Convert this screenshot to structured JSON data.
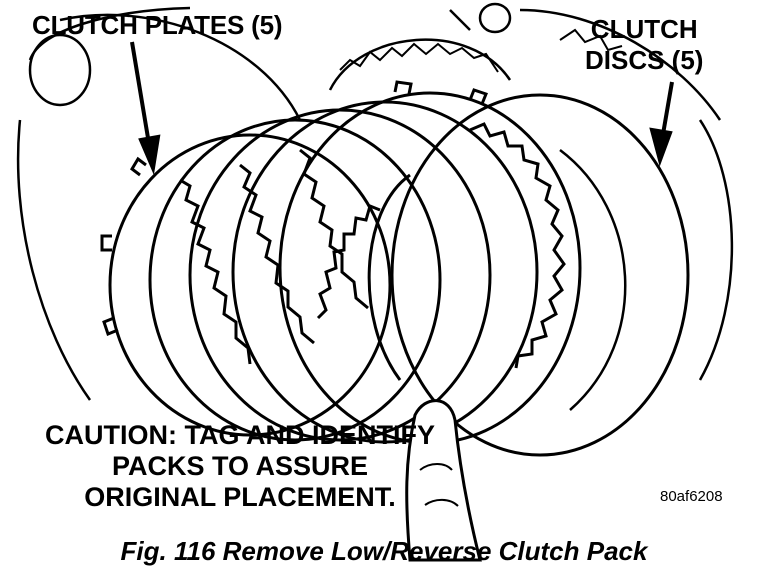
{
  "labels": {
    "plates": "CLUTCH PLATES (5)",
    "discs_line1": "CLUTCH",
    "discs_line2": "DISCS (5)"
  },
  "caution": {
    "line1": "CAUTION: TAG AND IDENTIFY",
    "line2": "PACKS TO ASSURE",
    "line3": "ORIGINAL PLACEMENT."
  },
  "figure_code": "80af6208",
  "caption": "Fig. 116 Remove Low/Reverse Clutch Pack",
  "colors": {
    "ink": "#000000",
    "paper": "#ffffff"
  }
}
